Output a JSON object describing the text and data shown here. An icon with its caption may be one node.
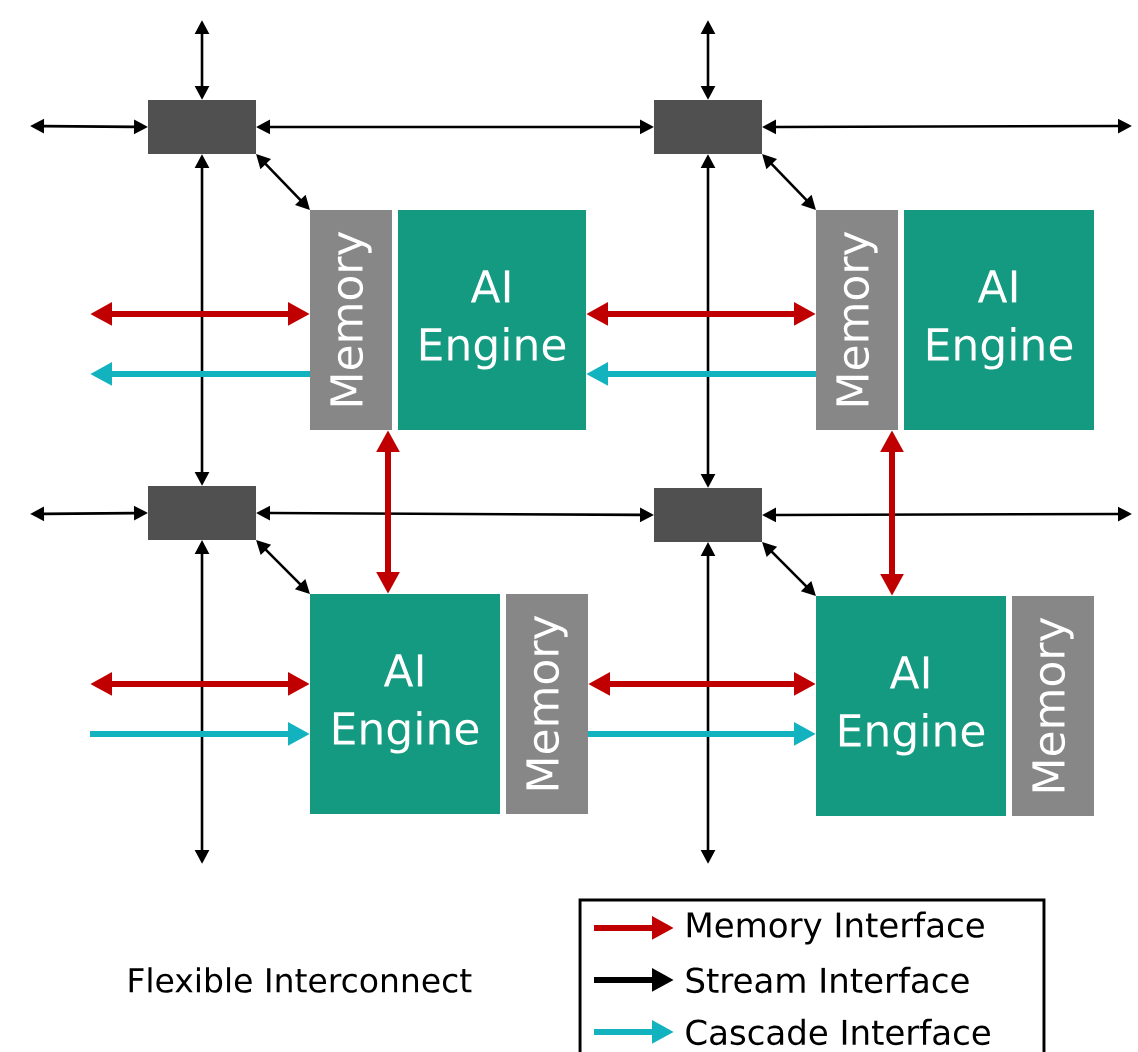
{
  "diagram": {
    "nodes": [
      {
        "text": [],
        "shape": "box"
      },
      {
        "text": [],
        "shape": "box"
      },
      {
        "text": [
          "Memory"
        ]
      },
      {
        "text": [
          "AI Engine"
        ]
      },
      {
        "text": [
          "Memory"
        ]
      },
      {
        "text": [
          "AI Engine"
        ]
      },
      {
        "text": [],
        "shape": "box"
      },
      {
        "text": [],
        "shape": "box"
      },
      {
        "text": [
          "AI Engine"
        ]
      },
      {
        "text": [
          "Memory"
        ]
      },
      {
        "text": [
          "AI Engine"
        ]
      },
      {
        "text": [
          "Memory"
        ]
      }
    ],
    "edges": [
      {
        "from": null,
        "to": 0,
        "arrow": "both"
      },
      {
        "from": null,
        "to": 0,
        "arrow": "both"
      },
      {
        "from": 0,
        "to": 1,
        "arrow": "both"
      },
      {
        "from": 1,
        "to": null,
        "arrow": "both"
      },
      {
        "from": 0,
        "to": 6,
        "arrow": "both"
      },
      {
        "from": 0,
        "to": 2,
        "arrow": "both"
      },
      {
        "from": null,
        "to": 1,
        "arrow": "both"
      },
      {
        "from": 1,
        "to": 7,
        "arrow": "both"
      },
      {
        "from": 1,
        "to": 4,
        "arrow": "both"
      },
      {
        "from": null,
        "to": 6,
        "arrow": "both"
      },
      {
        "from": 6,
        "to": 7,
        "arrow": "both"
      },
      {
        "from": 7,
        "to": null,
        "arrow": "both"
      },
      {
        "from": 6,
        "to": null,
        "arrow": "both"
      },
      {
        "from": 7,
        "to": null,
        "arrow": "both"
      },
      {
        "from": 6,
        "to": 8,
        "arrow": "both"
      },
      {
        "from": 7,
        "to": 10,
        "arrow": "both"
      },
      {
        "from": null,
        "to": 2,
        "arrow": "both",
        "style": "thick",
        "color": "#c00000"
      },
      {
        "from": 3,
        "to": 4,
        "arrow": "both",
        "style": "thick",
        "color": "#c00000"
      },
      {
        "from": 2,
        "to": 8,
        "arrow": "both",
        "style": "thick",
        "color": "#c00000"
      },
      {
        "from": 4,
        "to": 10,
        "arrow": "both",
        "style": "thick",
        "color": "#c00000"
      },
      {
        "from": null,
        "to": 8,
        "arrow": "both",
        "style": "thick",
        "color": "#c00000"
      },
      {
        "from": 9,
        "to": 10,
        "arrow": "both",
        "style": "thick",
        "color": "#c00000"
      },
      {
        "from": 2,
        "to": null,
        "arrow": "to",
        "style": "thick",
        "color": "#12b3bf"
      },
      {
        "from": 4,
        "to": 3,
        "arrow": "to",
        "style": "thick",
        "color": "#12b3bf"
      },
      {
        "from": null,
        "to": 8,
        "arrow": "to",
        "style": "thick",
        "color": "#12b3bf"
      },
      {
        "from": 9,
        "to": 10,
        "arrow": "to",
        "style": "thick",
        "color": "#12b3bf"
      }
    ],
    "labels": [
      "Flexible Interconnect"
    ],
    "legend": [
      {
        "text": "Memory Interface"
      },
      {
        "text": "Stream Interface"
      },
      {
        "text": "Cascade Interface"
      }
    ]
  }
}
